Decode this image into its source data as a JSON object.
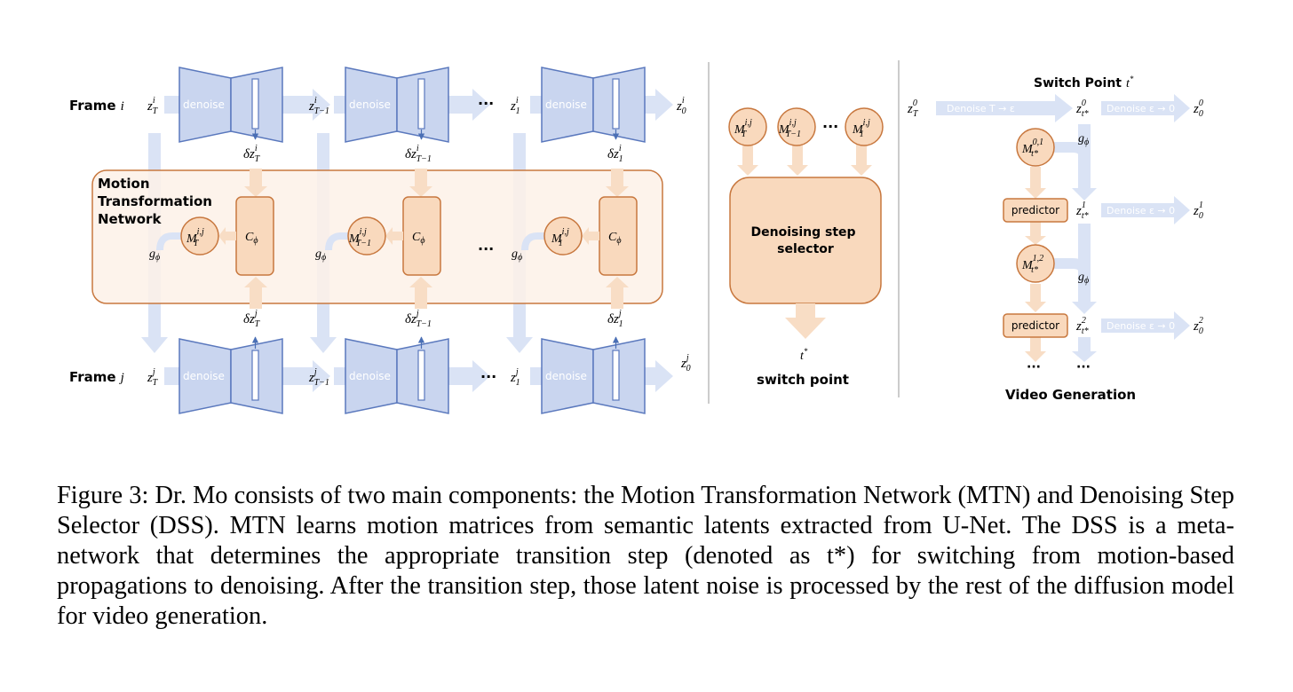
{
  "colors": {
    "unet_fill": "#c9d5ef",
    "unet_stroke": "#5a78bd",
    "latent_arrow": "#dae3f5",
    "thin_arrow": "#4a6fb5",
    "mtn_fill": "#fdf1e7",
    "mtn_stroke": "#c8783f",
    "orange_fill": "#f9d9bd",
    "orange_arrow": "#f8ddc5",
    "divider": "#bbbbbb"
  },
  "mtn": {
    "frame_i": {
      "label": "Frame",
      "var": "i"
    },
    "frame_j": {
      "label": "Frame",
      "var": "j"
    },
    "denoise_label": "denoise",
    "mtn_title": [
      "Motion",
      "Transformation",
      "Network"
    ],
    "g_phi": "g",
    "g_phi_sub": "ϕ",
    "c_phi": "C",
    "c_phi_sub": "ϕ",
    "ellipsis": "···",
    "top_latents": [
      {
        "base": "z",
        "sup": "i",
        "sub": "T"
      },
      {
        "base": "z",
        "sup": "i",
        "sub": "T−1"
      },
      {
        "base": "z",
        "sup": "i",
        "sub": "1"
      },
      {
        "base": "z",
        "sup": "i",
        "sub": "0"
      }
    ],
    "bottom_latents": [
      {
        "base": "z",
        "sup": "j",
        "sub": "T"
      },
      {
        "base": "z",
        "sup": "j",
        "sub": "T−1"
      },
      {
        "base": "z",
        "sup": "j",
        "sub": "1"
      },
      {
        "base": "z",
        "sup": "j",
        "sub": "0"
      }
    ],
    "delta_i": [
      {
        "base": "δz",
        "sup": "i",
        "sub": "T"
      },
      {
        "base": "δz",
        "sup": "i",
        "sub": "T−1"
      },
      {
        "base": "δz",
        "sup": "i",
        "sub": "1"
      }
    ],
    "delta_j": [
      {
        "base": "δz",
        "sup": "j",
        "sub": "T"
      },
      {
        "base": "δz",
        "sup": "j",
        "sub": "T−1"
      },
      {
        "base": "δz",
        "sup": "j",
        "sub": "1"
      }
    ],
    "motion": [
      {
        "base": "M",
        "sup": "i,j",
        "sub": "T"
      },
      {
        "base": "M",
        "sup": "i,j",
        "sub": "T−1"
      },
      {
        "base": "M",
        "sup": "i,j",
        "sub": "1"
      }
    ]
  },
  "dss": {
    "inputs": [
      {
        "base": "M",
        "sup": "i,j",
        "sub": "T"
      },
      {
        "base": "M",
        "sup": "i,j",
        "sub": "T−1"
      },
      {
        "base": "M",
        "sup": "i,j",
        "sub": "1"
      }
    ],
    "ellipsis": "···",
    "box_label": [
      "Denoising step",
      "selector"
    ],
    "output_sym": "t",
    "output_sup": "*",
    "output_label": "switch point"
  },
  "video": {
    "title": "Switch Point",
    "title_sym": "t",
    "title_sup": "*",
    "footer": "Video Generation",
    "start": {
      "base": "z",
      "sup": "0",
      "sub": "T"
    },
    "denoise_first": "Denoise T → ε",
    "denoise_rest": "Denoise ε → 0",
    "switch_latents": [
      {
        "base": "z",
        "sup": "0",
        "sub": "t*"
      },
      {
        "base": "z",
        "sup": "1",
        "sub": "t*"
      },
      {
        "base": "z",
        "sup": "2",
        "sub": "t*"
      }
    ],
    "end_latents": [
      {
        "base": "z",
        "sup": "0",
        "sub": "0"
      },
      {
        "base": "z",
        "sup": "1",
        "sub": "0"
      },
      {
        "base": "z",
        "sup": "2",
        "sub": "0"
      }
    ],
    "motion": [
      {
        "base": "M",
        "sup": "0,1",
        "sub": "t*"
      },
      {
        "base": "M",
        "sup": "1,2",
        "sub": "t*"
      }
    ],
    "predictor": "predictor",
    "g_phi": "g",
    "g_phi_sub": "ϕ",
    "dots": "···"
  },
  "caption": "Figure 3: Dr. Mo consists of two main components: the Motion Transformation Network (MTN) and Denoising Step Selector (DSS). MTN learns motion matrices from semantic latents extracted from U-Net. The DSS is a meta-network that determines the appropriate transition step (denoted as t*) for switching from motion-based propagations to denoising. After the transition step, those latent noise is processed by the rest of the diffusion model for video generation."
}
